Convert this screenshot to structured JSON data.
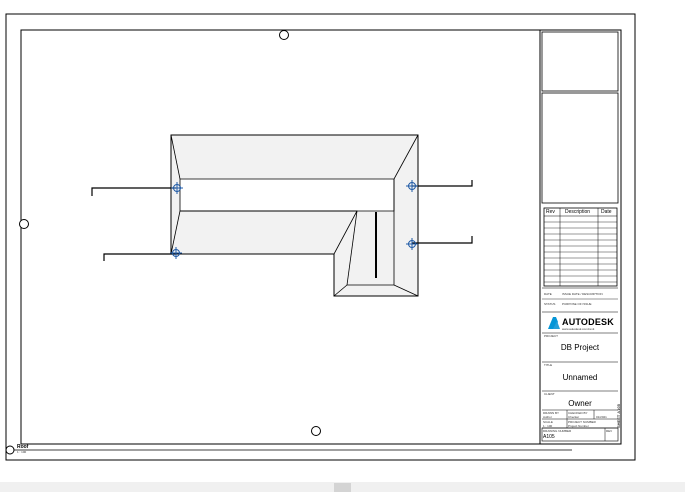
{
  "titleblock": {
    "revision_headers": [
      "Rev",
      "Description",
      "Date"
    ],
    "date_label": "DATE",
    "date_value": "ISSUE DATE / DESCRIPTION",
    "stage_label": "STATUS",
    "stage_value": "PURPOSE OF ISSUE",
    "brand": "AUTODESK",
    "brand_sub": "www.autodesk.com/revit",
    "project_label": "PROJECT",
    "project": "DB Project",
    "title_label": "TITLE",
    "title": "Unnamed",
    "client_label": "CLIENT",
    "client": "Owner",
    "drawn_label": "DRAWN BY",
    "drawn_value": "Author",
    "checked_label": "CHECKED BY",
    "checked_value": "Checker",
    "date2_value": "01/2021",
    "scale_label": "SCALE",
    "scale_value": "1 : 100",
    "project_number_label": "PROJECT NUMBER",
    "project_number": "Project Number",
    "sheet_label": "DRAWING NUMBER",
    "sheet_number": "A105",
    "revision_label": "REV",
    "side_text": "SHEET A105"
  },
  "view_label": {
    "name": "Roof",
    "scale": "1 : 100"
  },
  "colors": {
    "line": "#000000",
    "roof_fill": "#f2f2f2",
    "marker": "#1f5aa6",
    "brand": "#0696d7"
  }
}
